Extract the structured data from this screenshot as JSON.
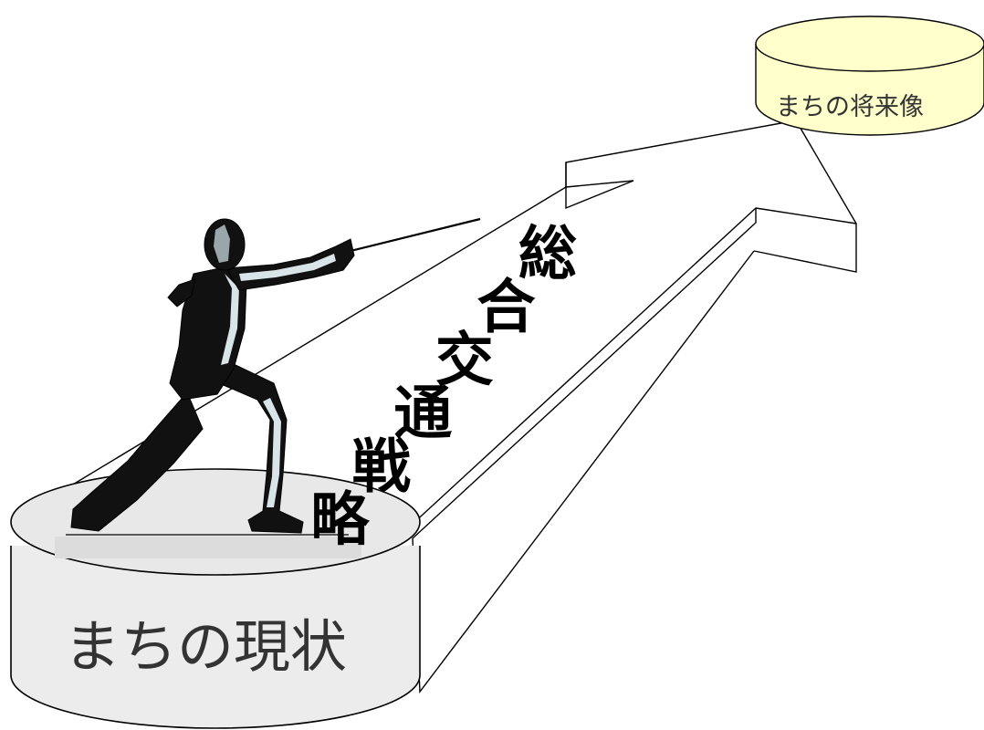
{
  "diagram": {
    "current_state_label": "まちの現状",
    "future_vision_label": "まちの将来像",
    "strategy_label": "総合交通戦略",
    "strategy_chars": [
      "総",
      "合",
      "交",
      "通",
      "戦",
      "略"
    ]
  },
  "colors": {
    "current_cylinder_side": "#ececec",
    "current_cylinder_top": "#dcdcdc",
    "future_cylinder": "#ffffcc",
    "arrow_fill": "#ffffff",
    "outline": "#000000",
    "figure_body": "#111111",
    "figure_highlight": "#d8e4e8"
  },
  "icons": {
    "figure": "fencer-figure-icon",
    "foil": "fencing-foil-icon"
  }
}
